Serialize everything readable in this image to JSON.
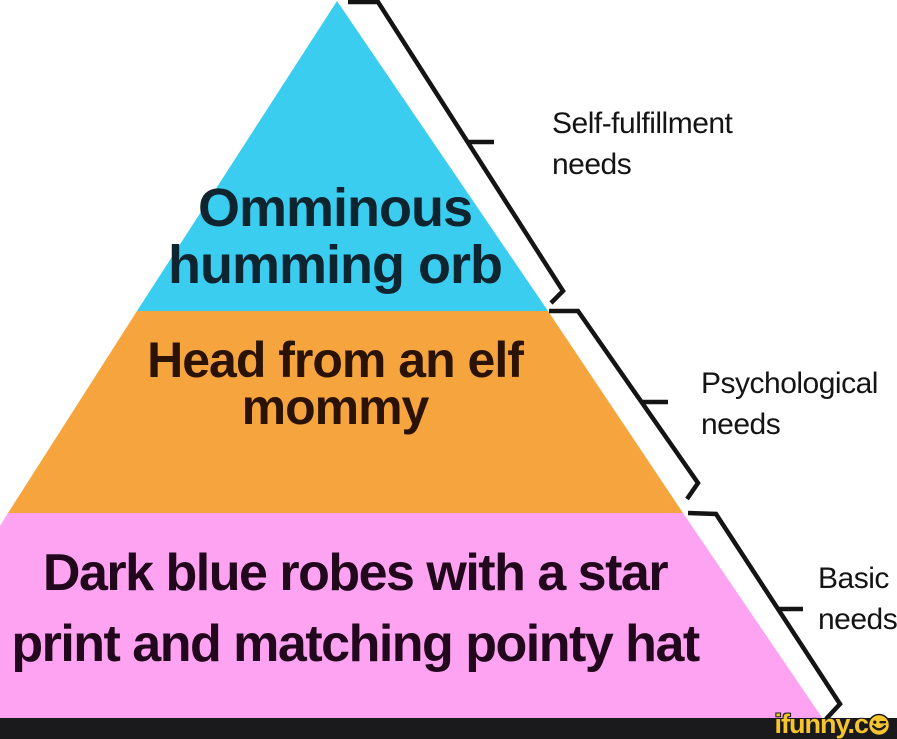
{
  "colors": {
    "background": "#ffffff",
    "level_top_fill": "#3bcdf0",
    "level_middle_fill": "#f6a53e",
    "level_bottom_fill": "#fda3f2",
    "level_top_text": "#0e2530",
    "level_middle_text": "#2a1205",
    "level_bottom_text": "#22081c",
    "bracket_stroke": "#141414",
    "need_label_text": "#141414",
    "bottom_bar": "#1a1a1c",
    "watermark_yellow": "#f6c52e"
  },
  "pyramid": {
    "levels": [
      {
        "name": "top",
        "fill": "#3bcdf0",
        "lines": [
          "Omminous",
          "humming orb"
        ]
      },
      {
        "name": "middle",
        "fill": "#f6a53e",
        "lines": [
          "Head from an elf",
          "mommy"
        ]
      },
      {
        "name": "bottom",
        "fill": "#fda3f2",
        "lines": [
          "Dark blue robes with a star",
          "print and matching pointy hat"
        ]
      }
    ]
  },
  "need_labels": [
    {
      "name": "self-fulfillment",
      "lines": [
        "Self-fulfillment",
        "needs"
      ]
    },
    {
      "name": "psychological",
      "lines": [
        "Psychological",
        "needs"
      ]
    },
    {
      "name": "basic",
      "lines": [
        "Basic",
        "needs"
      ]
    }
  ],
  "watermark": {
    "text": "ifunny.c",
    "smiley_icon": "winking-smiley-icon"
  }
}
